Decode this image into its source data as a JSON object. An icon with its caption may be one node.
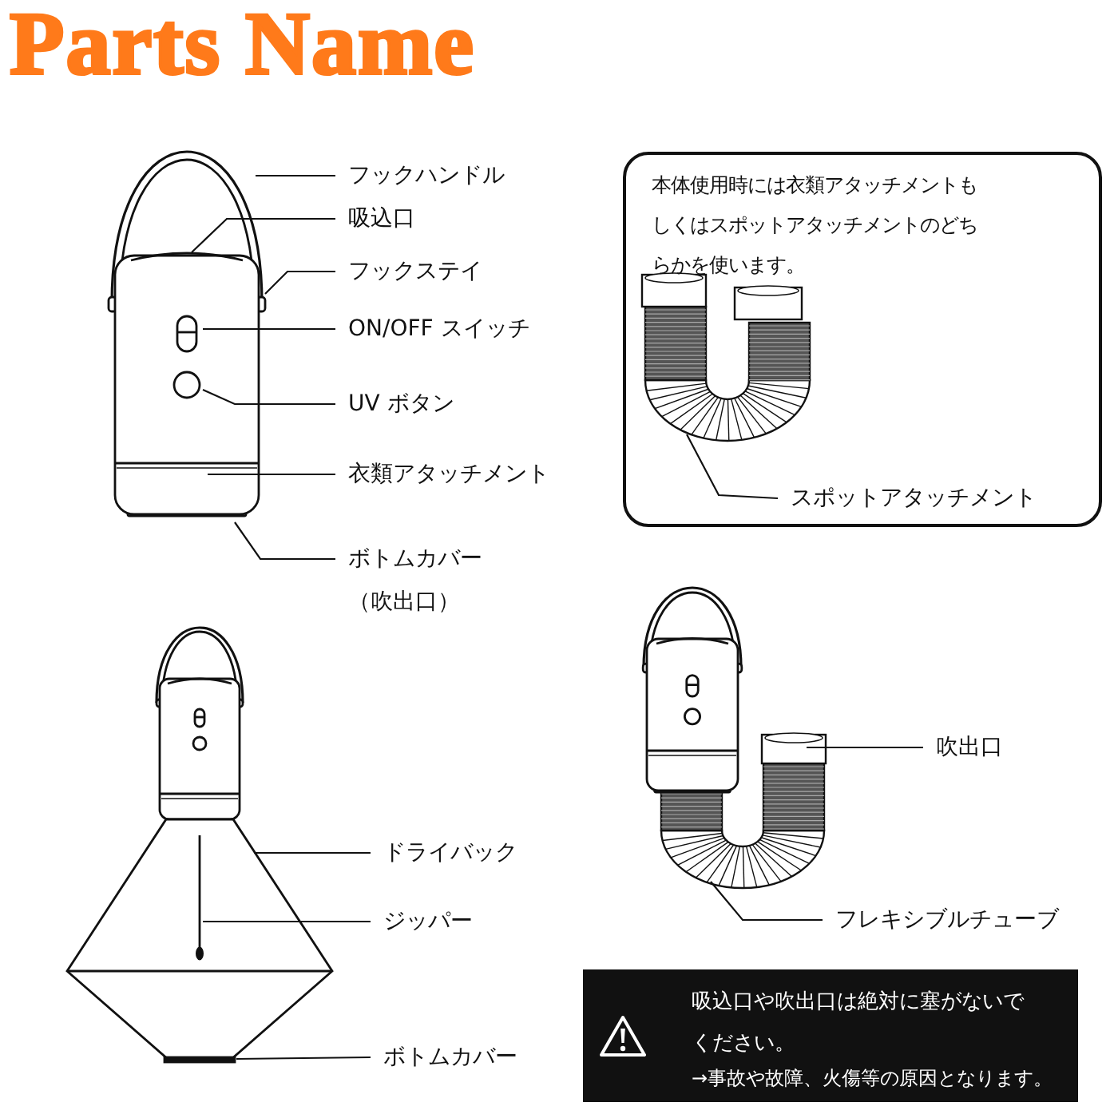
{
  "diagram": {
    "title": "Parts Name",
    "nodes": [
      {
        "text": [
          "フックハンドル"
        ]
      },
      {
        "text": [
          "吸込口"
        ]
      },
      {
        "text": [
          "フックステイ"
        ]
      },
      {
        "text": [
          "ON/OFF スイッチ"
        ]
      },
      {
        "text": [
          "UV ボタン"
        ]
      },
      {
        "text": [
          "衣類アタッチメント"
        ]
      },
      {
        "text": [
          "ボトムカバー",
          "（吹出口）"
        ]
      },
      {
        "text": [
          "本体使用時には衣類アタッチメントもしくはスポットアタッチメントのどちらかを使います。"
        ]
      },
      {
        "text": [
          "スポットアタッチメント"
        ],
        "in": 7
      },
      {
        "text": [
          "ドライバック"
        ]
      },
      {
        "text": [
          "ジッパー"
        ]
      },
      {
        "text": [
          "ボトムカバー"
        ]
      },
      {
        "text": [
          "吹出口"
        ]
      },
      {
        "text": [
          "フレキシブルチューブ"
        ]
      },
      {
        "text": [
          "吸込口や吹出口は絶対に塞がないでください。",
          "→事故や故障、火傷等の原因となります。"
        ]
      },
      {
        "text": [],
        "shape": "picture"
      },
      {
        "text": [],
        "shape": "picture",
        "in": 7
      },
      {
        "text": [],
        "shape": "picture"
      },
      {
        "text": [],
        "shape": "picture"
      }
    ],
    "edges": [
      {
        "from": 0,
        "to": 15,
        "arrow": "none"
      },
      {
        "from": 1,
        "to": 15,
        "arrow": "none"
      },
      {
        "from": 2,
        "to": 15,
        "arrow": "none"
      },
      {
        "from": 3,
        "to": 15,
        "arrow": "none"
      },
      {
        "from": 4,
        "to": 15,
        "arrow": "none"
      },
      {
        "from": 5,
        "to": 15,
        "arrow": "none"
      },
      {
        "from": 6,
        "to": 15,
        "arrow": "none"
      },
      {
        "from": 8,
        "to": 16,
        "arrow": "none"
      },
      {
        "from": 9,
        "to": 17,
        "arrow": "none"
      },
      {
        "from": 10,
        "to": 17,
        "arrow": "none"
      },
      {
        "from": 11,
        "to": 17,
        "arrow": "none"
      },
      {
        "from": 12,
        "to": 18,
        "arrow": "none"
      },
      {
        "from": 13,
        "to": 18,
        "arrow": "none"
      }
    ]
  }
}
